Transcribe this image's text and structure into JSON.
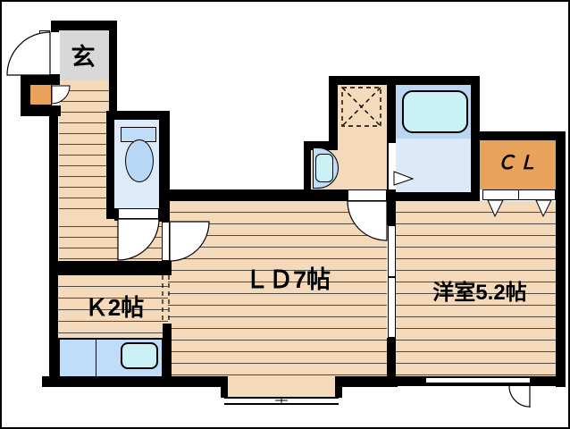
{
  "floorplan": {
    "title": "apartment-floor-plan",
    "rooms": {
      "entrance": {
        "label": "玄"
      },
      "living_dining": {
        "label": "ＬＤ7帖"
      },
      "kitchen": {
        "label": "Ｋ2帖"
      },
      "western_room": {
        "label": "洋室5.2帖"
      },
      "closet": {
        "label": "ＣＬ"
      }
    },
    "fixtures": [
      "entrance-swing-door",
      "shoe-storage-box",
      "storage-door",
      "toilet",
      "toilet-door",
      "hall-to-ld-door",
      "washbasin",
      "washing-machine-space",
      "washroom-door",
      "bathtub",
      "bathroom-folding-door",
      "kitchen-counter",
      "kitchen-sink",
      "sliding-door-ld-western",
      "closet-bifold-doors",
      "bay-window",
      "window-west-room",
      "exterior-door-arc"
    ],
    "colors": {
      "wall": "#000000",
      "wood_floor": "#F5D9BB",
      "entrance_floor": "#D8D8D8",
      "closet_floor": "#E9A25C",
      "wet_area_floor": "#DCEAFA",
      "bath_floor_upper": "#BCD6F1",
      "bath_floor_lower": "#DBE9F9",
      "fixture_blue": "#BFDCF8",
      "fixture_cyan": "#C9F1F6",
      "counter_blue": "#BFDDF8"
    }
  }
}
